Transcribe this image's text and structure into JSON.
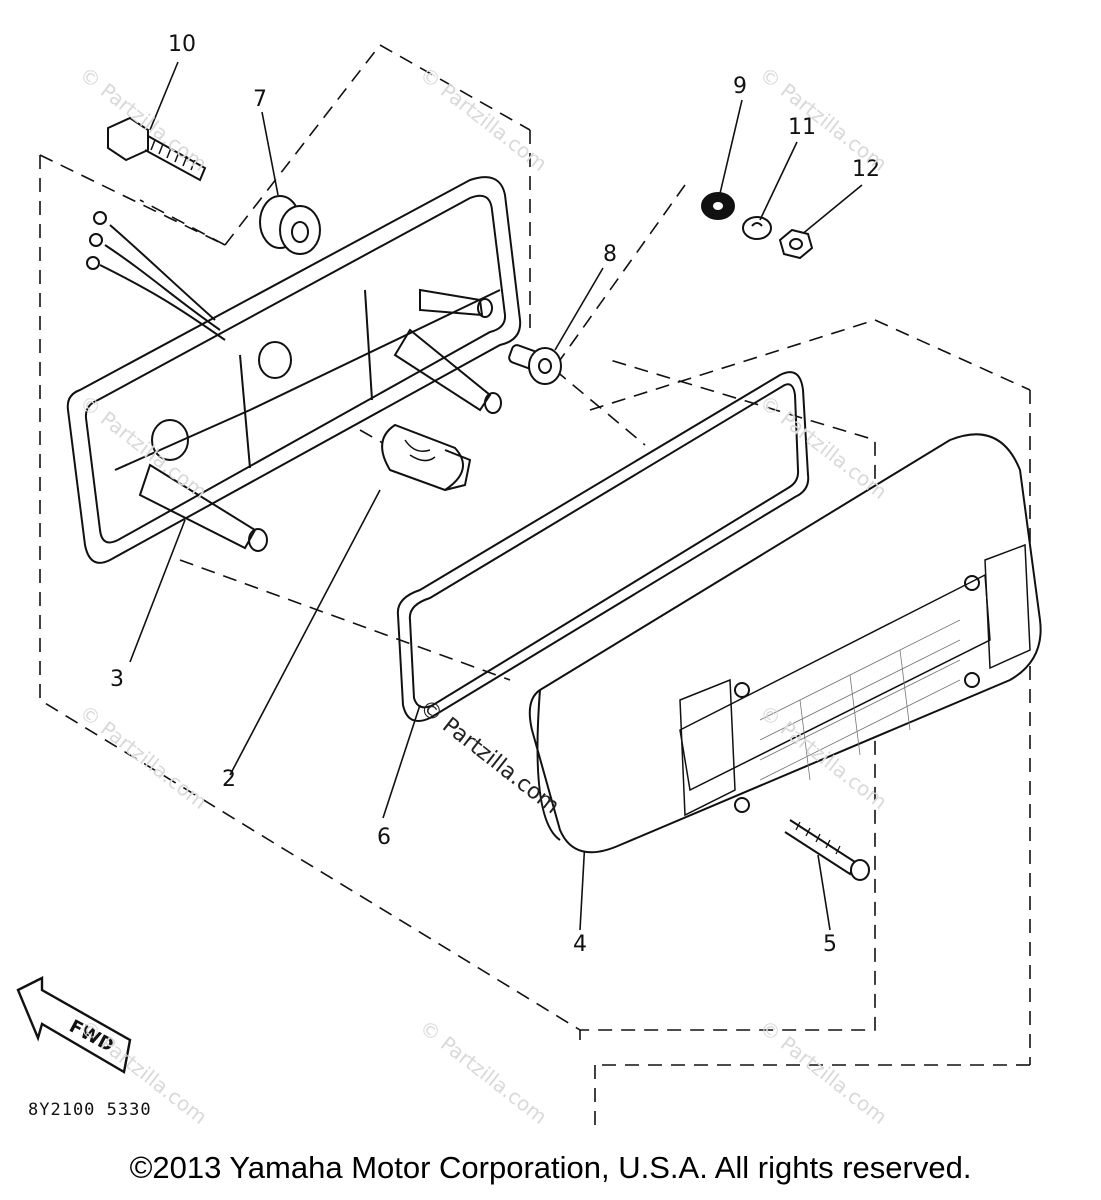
{
  "callouts": {
    "c1": "10",
    "c2": "7",
    "c3": "9",
    "c4": "11",
    "c5": "12",
    "c6": "8",
    "c7": "3",
    "c8": "2",
    "c9": "6",
    "c10": "4",
    "c11": "5"
  },
  "fwd_label": "FWD",
  "drawing_code": "8Y2100 5330",
  "copyright": "©2013 Yamaha Motor Corporation, U.S.A. All rights reserved.",
  "watermark": "© Partzilla.com",
  "colors": {
    "line": "#111111",
    "watermark": "#d9d9d9",
    "background": "#ffffff"
  }
}
